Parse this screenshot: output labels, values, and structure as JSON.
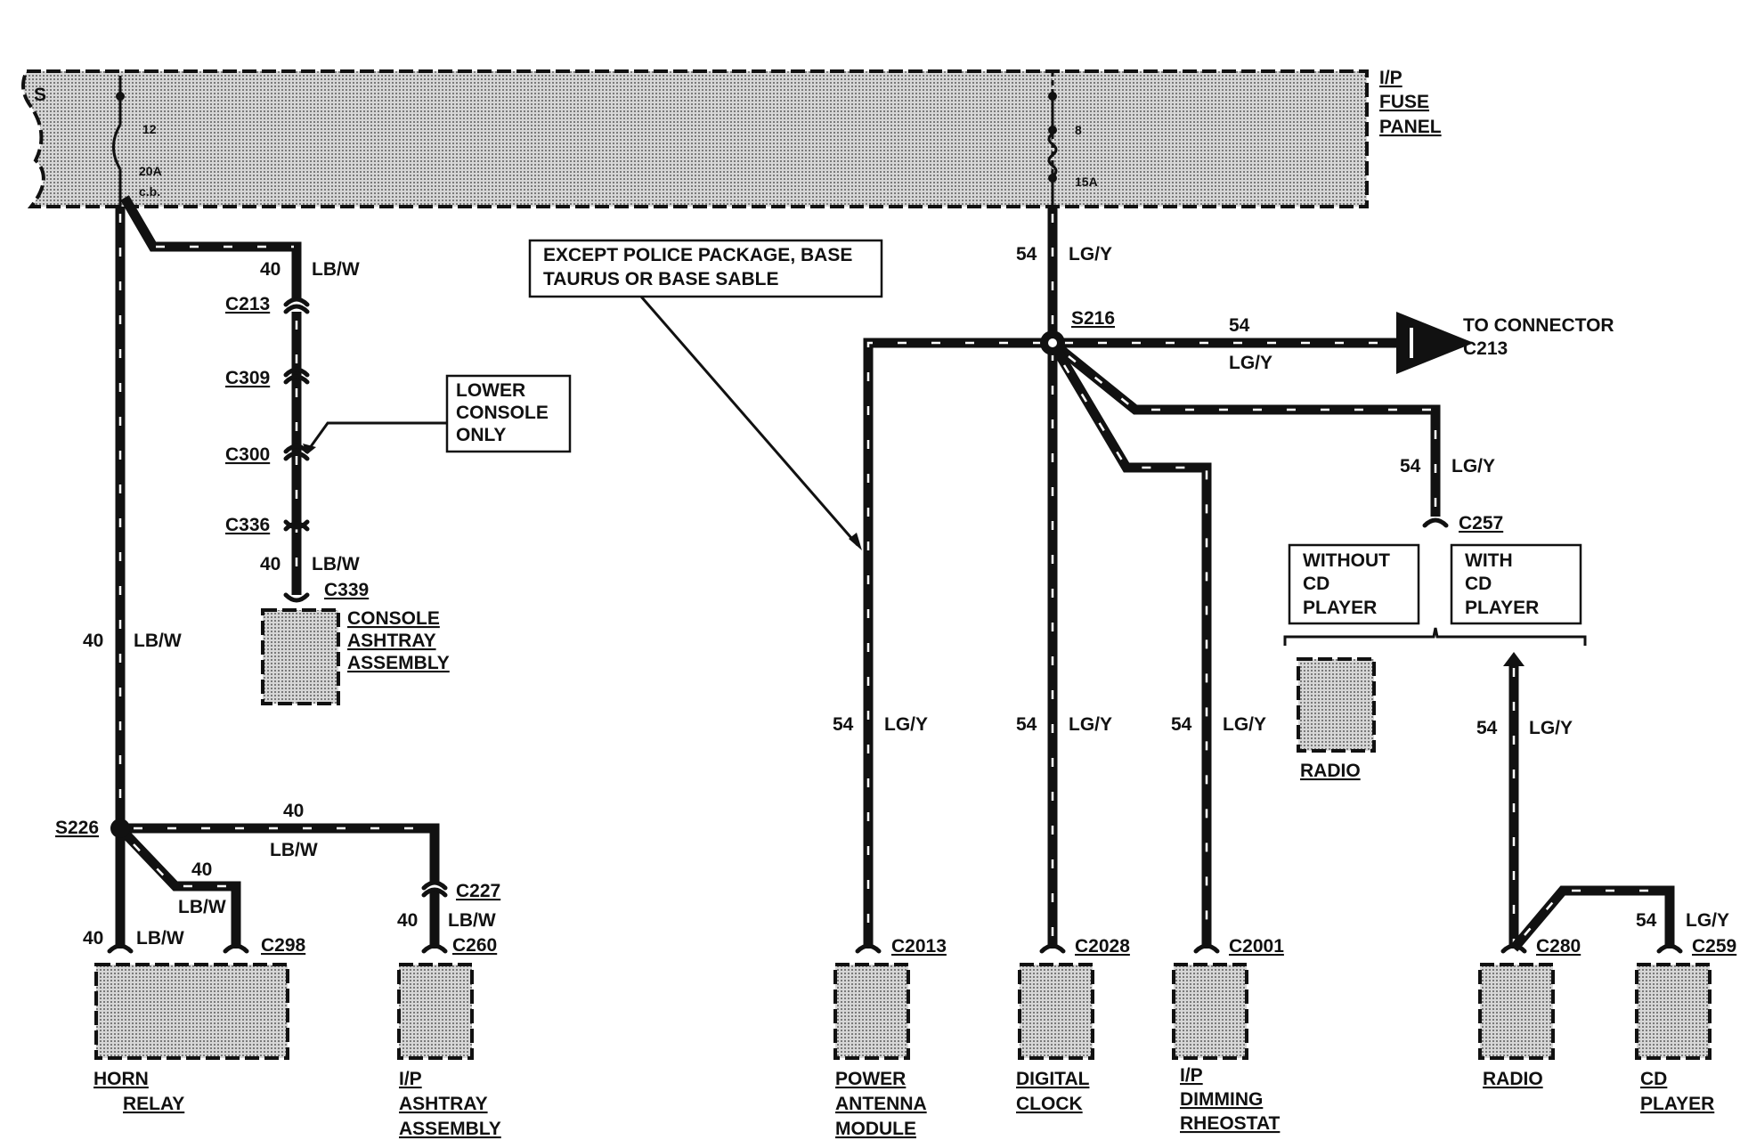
{
  "fuse_panel": {
    "name_line1": "I/P",
    "name_line2": "FUSE",
    "name_line3": "PANEL",
    "fuse_left_num": "12",
    "fuse_left_rating_1": "20A",
    "fuse_left_rating_2": "c.b.",
    "fuse_right_num": "8",
    "fuse_right_rating": "15A",
    "edge_mark": "S"
  },
  "labels": {
    "w40": "40",
    "lbw": "LB/W",
    "w54": "54",
    "lgy": "LG/Y"
  },
  "connectors": {
    "c213": "C213",
    "c309": "C309",
    "c300": "C300",
    "c336": "C336",
    "c339": "C339",
    "c227": "C227",
    "c260": "C260",
    "c298": "C298",
    "c2013": "C2013",
    "c2028": "C2028",
    "c2001": "C2001",
    "c257": "C257",
    "c280": "C280",
    "c259": "C259"
  },
  "splices": {
    "s226": "S226",
    "s216": "S216"
  },
  "notes": {
    "lower_console_1": "LOWER",
    "lower_console_2": "CONSOLE",
    "lower_console_3": "ONLY",
    "except_1": "EXCEPT POLICE PACKAGE, BASE",
    "except_2": "TAURUS OR BASE SABLE",
    "without_cd_1": "WITHOUT",
    "without_cd_2": "CD",
    "without_cd_3": "PLAYER",
    "with_cd_1": "WITH",
    "with_cd_2": "CD",
    "with_cd_3": "PLAYER",
    "to_connector_1": "TO CONNECTOR",
    "to_connector_2": "C213"
  },
  "components": {
    "console_ashtray_1": "CONSOLE",
    "console_ashtray_2": "ASHTRAY",
    "console_ashtray_3": "ASSEMBLY",
    "horn_relay_1": "HORN",
    "horn_relay_2": "RELAY",
    "ip_ashtray_1": "I/P",
    "ip_ashtray_2": "ASHTRAY",
    "ip_ashtray_3": "ASSEMBLY",
    "power_antenna_1": "POWER",
    "power_antenna_2": "ANTENNA",
    "power_antenna_3": "MODULE",
    "digital_clock_1": "DIGITAL",
    "digital_clock_2": "CLOCK",
    "ip_dimming_1": "I/P",
    "ip_dimming_2": "DIMMING",
    "ip_dimming_3": "RHEOSTAT",
    "radio_a": "RADIO",
    "radio_b": "RADIO",
    "cd_player_1": "CD",
    "cd_player_2": "PLAYER"
  }
}
